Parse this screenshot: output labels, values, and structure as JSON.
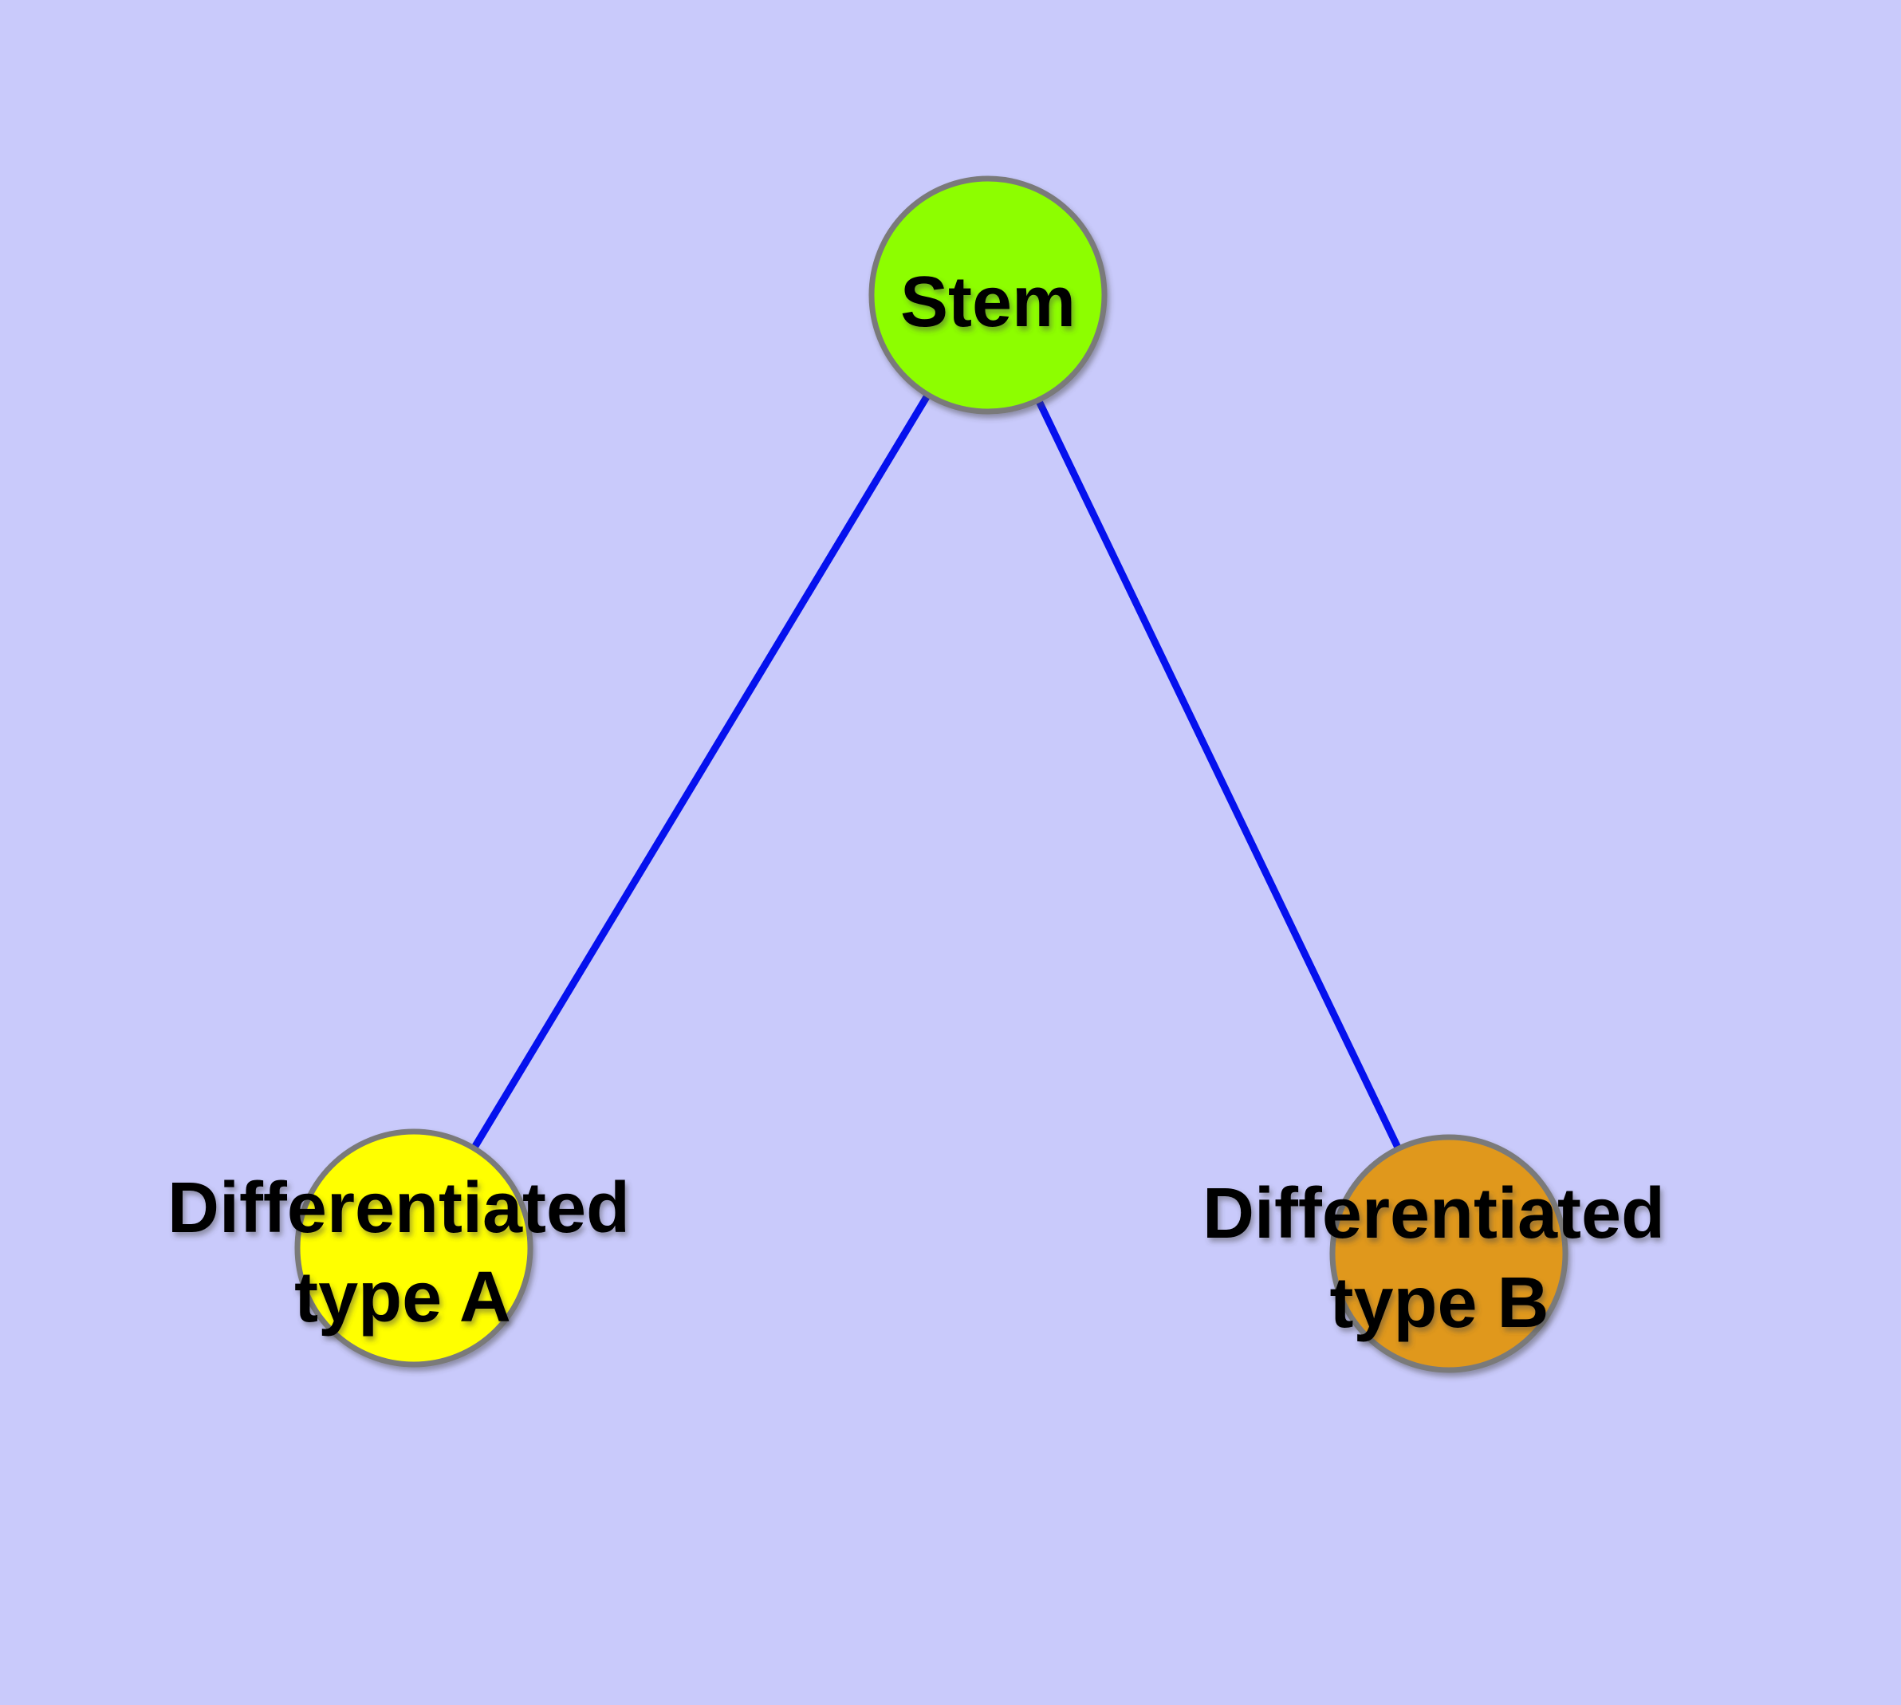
{
  "canvas": {
    "background": "#C9CAFB"
  },
  "diagram": {
    "type": "node-link-graph",
    "text_color": "#000000",
    "node_border_color": "#7A7A7A",
    "edge_color": "#0511EE",
    "nodes": {
      "stem": {
        "label": "Stem",
        "fill": "#8DFE05",
        "border": "#7A7A7A"
      },
      "diff_a": {
        "label_line1": "Differentiated",
        "label_line2": "type A",
        "fill": "#FFFF00",
        "border": "#7A7A7A"
      },
      "diff_b": {
        "label_line1": "Differentiated",
        "label_line2": "type B",
        "fill": "#E0981E",
        "border": "#7A7A7A"
      }
    },
    "edges": [
      {
        "from": "Stem",
        "to": "Differentiated type A",
        "color": "#0511EE"
      },
      {
        "from": "Stem",
        "to": "Differentiated type B",
        "color": "#0511EE"
      }
    ]
  }
}
